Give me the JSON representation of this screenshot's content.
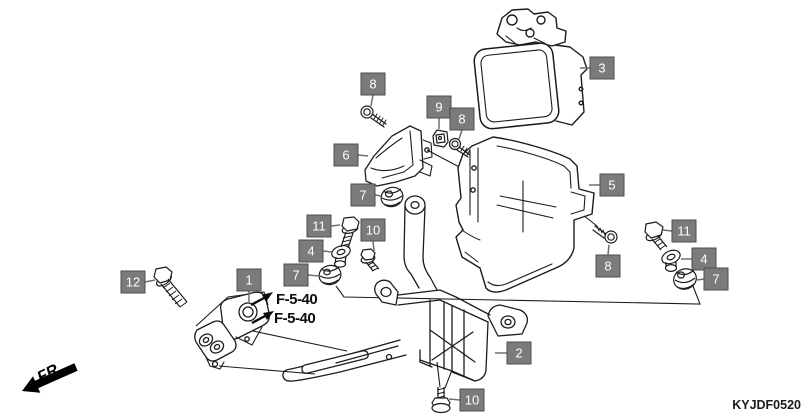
{
  "diagram": {
    "code": "KYJDF0520",
    "front_label": "FR.",
    "cross_refs": [
      {
        "text": "F-5-40"
      },
      {
        "text": "F-5-40"
      }
    ],
    "part_labels": [
      {
        "text": "8"
      },
      {
        "text": "9"
      },
      {
        "text": "8"
      },
      {
        "text": "3"
      },
      {
        "text": "6"
      },
      {
        "text": "5"
      },
      {
        "text": "7"
      },
      {
        "text": "11"
      },
      {
        "text": "10"
      },
      {
        "text": "4"
      },
      {
        "text": "7"
      },
      {
        "text": "12"
      },
      {
        "text": "1"
      },
      {
        "text": "8"
      },
      {
        "text": "11"
      },
      {
        "text": "4"
      },
      {
        "text": "7"
      },
      {
        "text": "2"
      },
      {
        "text": "10"
      }
    ],
    "colors": {
      "label_box": "#7b7b7b",
      "label_box_border": "#4c4c4c",
      "label_text": "#ffffff",
      "line_art": "#1c1c1c",
      "leader_line": "#6f6f6f",
      "background": "#ffffff"
    }
  }
}
